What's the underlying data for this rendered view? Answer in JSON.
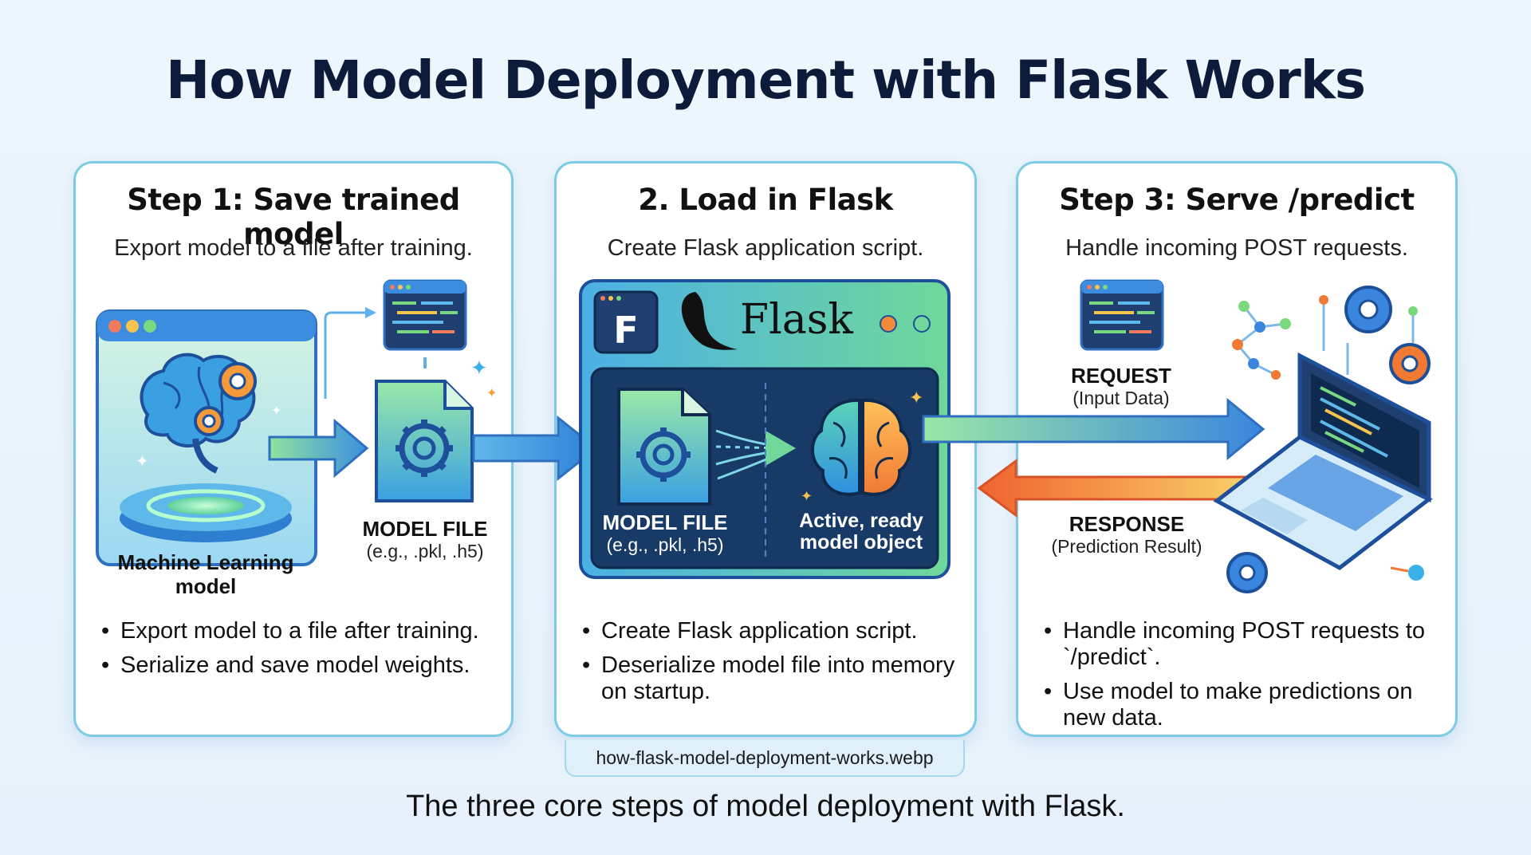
{
  "title": "How Model Deployment with Flask Works",
  "steps": [
    {
      "title": "Step 1: Save trained model",
      "subtitle": "Export model to a file after training.",
      "bullets": [
        "Export model to a file after training.",
        "Serialize and save model weights."
      ],
      "ml_label": "Machine Learning model",
      "file_label": "MODEL FILE",
      "file_ext": "(e.g., .pkl, .h5)"
    },
    {
      "title": "2. Load in Flask",
      "subtitle": "Create Flask application script.",
      "bullets": [
        "Create Flask application script.",
        "Deserialize model file into memory on startup."
      ],
      "flask_logo": "Flask",
      "flask_icon_letter": "F",
      "file_label": "MODEL FILE",
      "file_ext": "(e.g., .pkl, .h5)",
      "model_label": "Active, ready model object"
    },
    {
      "title": "Step 3: Serve /predict",
      "subtitle": "Handle incoming POST requests.",
      "bullets": [
        "Handle incoming POST requests to `/predict`.",
        "Use model to make predictions on new data."
      ],
      "request_label": "REQUEST",
      "request_sub": "(Input Data)",
      "response_label": "RESPONSE",
      "response_sub": "(Prediction Result)"
    }
  ],
  "filename": "how-flask-model-deployment-works.webp",
  "caption": "The three core steps of model deployment with Flask.",
  "colors": {
    "title": "#0d1b3a",
    "card_border": "#7fcbe6",
    "accent_blue": "#3b8fe0",
    "accent_green": "#6fd89a",
    "accent_orange": "#f28a3a",
    "panel_dark": "#173a66"
  },
  "icons": [
    "brain-icon",
    "gear-icon",
    "file-icon",
    "code-window-icon",
    "laptop-icon",
    "flask-horn-icon",
    "sparkle-icon"
  ]
}
